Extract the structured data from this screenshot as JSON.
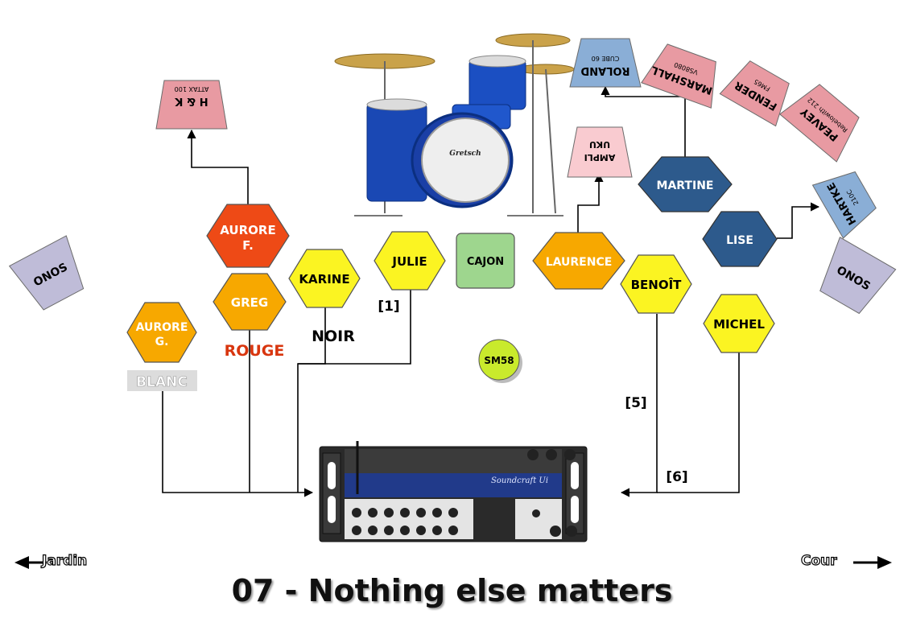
{
  "title": "07 - Nothing else matters",
  "directions": {
    "left": "Jardin",
    "right": "Cour"
  },
  "cable_colors": {
    "blanc": "BLANC",
    "rouge": "ROUGE",
    "noir": "NOIR"
  },
  "channels": {
    "julie": "[1]",
    "benoit": "[5]",
    "michel": "[6]"
  },
  "musicians": {
    "aurore_g": [
      "AURORE",
      "G."
    ],
    "aurore_f": [
      "AURORE",
      "F."
    ],
    "greg": "GREG",
    "karine": "KARINE",
    "julie": "JULIE",
    "laurence": "LAURENCE",
    "benoit": "BENOÎT",
    "michel": "MICHEL",
    "martine": "MARTINE",
    "lise": "LISE"
  },
  "instruments": {
    "cajon": "CAJON",
    "sm58": "SM58"
  },
  "amps": {
    "hk": {
      "name": "H & K",
      "model": "ATTAX 100"
    },
    "ukulele": {
      "name": "AMPLI",
      "model": "UKU"
    },
    "roland": {
      "name": "ROLAND",
      "model": "CUBE 60"
    },
    "marshall": {
      "name": "MARSHALL",
      "model": "VS8080"
    },
    "fender": {
      "name": "FENDER",
      "model": "FM65"
    },
    "peavey": {
      "name": "PEAVEY",
      "model": "Rebelowith 212"
    },
    "hartke": {
      "name": "HARTKE",
      "model": "210C"
    }
  },
  "monitors": {
    "left": "ONOS",
    "right": "ONOS"
  },
  "colors": {
    "amp_pink": "#e89aa2",
    "amp_blue": "#8aaed6",
    "onos": "#bfbcd8",
    "yellow": "#fbf422",
    "orange": "#f7a800",
    "red": "#ee4a16",
    "navy": "#2d5a8c",
    "cajon": "#9ed68e",
    "sm58": "#c9ea2c",
    "rouge_text": "#d8350e"
  }
}
